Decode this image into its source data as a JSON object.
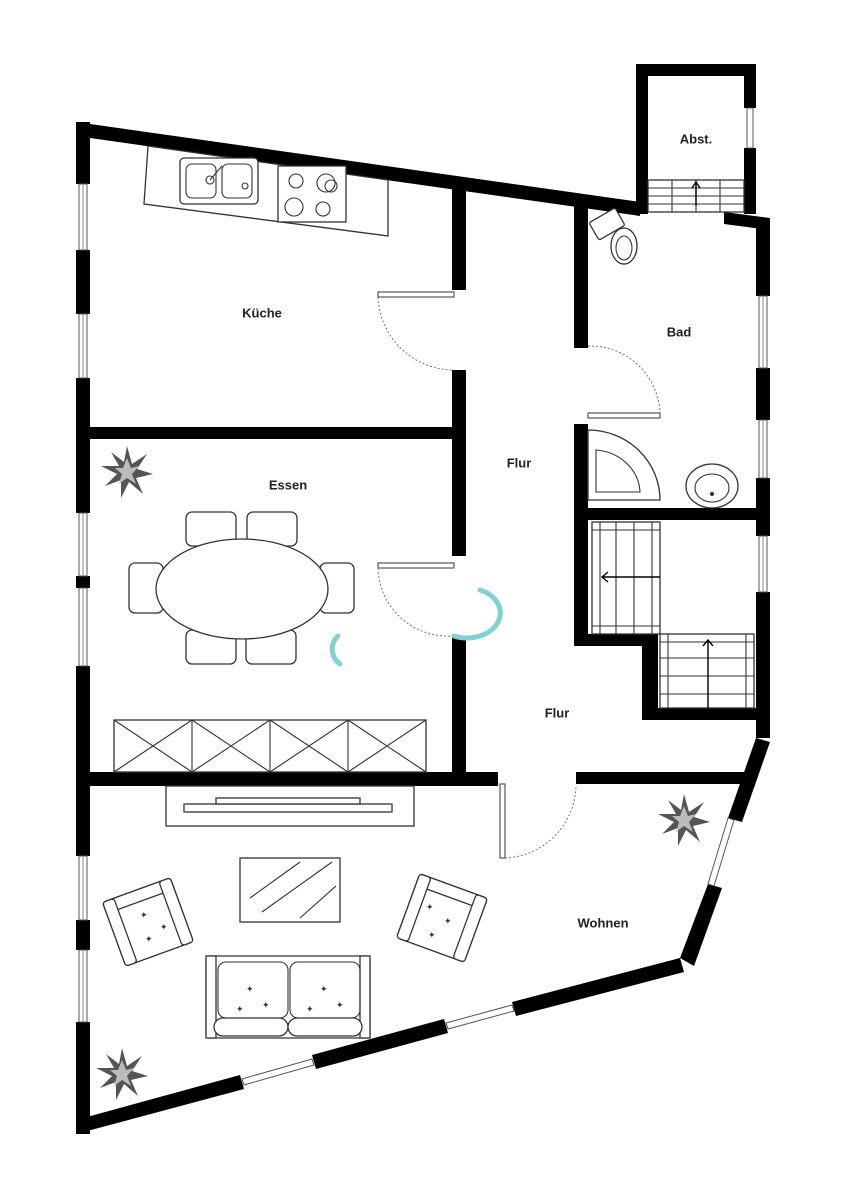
{
  "rooms": {
    "kueche": "Küche",
    "essen": "Essen",
    "flur_upper": "Flur",
    "flur_lower": "Flur",
    "bad": "Bad",
    "abst": "Abst.",
    "wohnen": "Wohnen"
  },
  "colors": {
    "wall": "#000000",
    "marker": "#7fd1d4",
    "background": "#ffffff"
  }
}
